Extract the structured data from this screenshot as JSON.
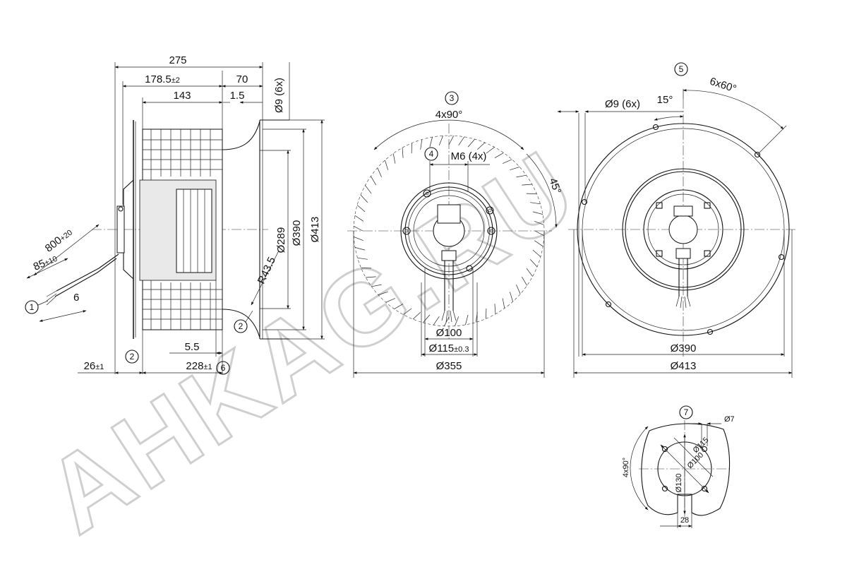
{
  "watermark": "AHKAG.RU",
  "side_view": {
    "dims": {
      "overall_length": "275",
      "length_a": "178.5",
      "length_a_tol": "±2",
      "length_b": "70",
      "holes": "Ø9 (6x)",
      "length_c": "143",
      "length_d": "1.5",
      "dia_289": "Ø289",
      "dia_390": "Ø390",
      "dia_413": "Ø413",
      "radius": "R43.5",
      "cable_len": "800",
      "cable_len_tol": "+20",
      "strip_len": "85",
      "strip_len_tol": "±10",
      "strip_end": "6",
      "gap": "5.5",
      "front": "26",
      "front_tol": "±1",
      "depth": "228",
      "depth_tol": "±1"
    },
    "callouts": [
      "1",
      "2",
      "2",
      "6"
    ]
  },
  "front_view": {
    "callouts": [
      "3",
      "4"
    ],
    "dims": {
      "angle_4x90": "4x90°",
      "thread": "M6 (4x)",
      "angle_45": "45°",
      "dia_100": "Ø100",
      "dia_115": "Ø115",
      "dia_115_tol": "±0.3",
      "dia_355": "Ø355"
    }
  },
  "rear_view": {
    "callouts": [
      "5"
    ],
    "dims": {
      "angle_6x60": "6x60°",
      "holes": "Ø9 (6x)",
      "angle_15": "15°",
      "dia_390": "Ø390",
      "dia_413": "Ø413"
    }
  },
  "detail_view": {
    "callouts": [
      "7"
    ],
    "dims": {
      "dia_7": "Ø7",
      "dia_115": "Ø115",
      "dia_100": "Ø100",
      "angle_4x90": "4x90°",
      "dia_130": "Ø130",
      "width_28": "28"
    }
  }
}
